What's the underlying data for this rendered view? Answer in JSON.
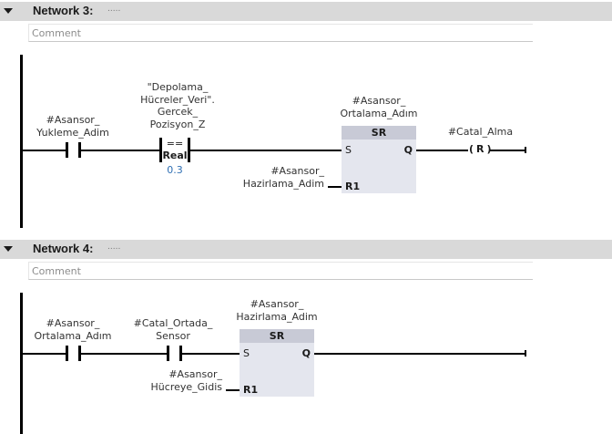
{
  "networks": [
    {
      "title": "Network 3:",
      "dots": ".....",
      "comment_placeholder": "Comment",
      "contact1": {
        "label_line1": "#Asansor_",
        "label_line2": "Yukleme_Adim"
      },
      "compare": {
        "label_line1": "\"Depolama_",
        "label_line2": "Hücreler_Veri\".",
        "label_line3": "Gercek_",
        "label_line4": "Pozisyon_Z",
        "operator": "==",
        "type": "Real",
        "value": "0.3"
      },
      "sr_block": {
        "label_line1": "#Asansor_",
        "label_line2": "Ortalama_Adım",
        "title": "SR",
        "pin_s": "S",
        "pin_q": "Q",
        "pin_r1": "R1",
        "r1_label_line1": "#Asansor_",
        "r1_label_line2": "Hazirlama_Adim"
      },
      "coil": {
        "label": "#Catal_Alma",
        "type": "R"
      }
    },
    {
      "title": "Network 4:",
      "dots": ".....",
      "comment_placeholder": "Comment",
      "contact1": {
        "label_line1": "#Asansor_",
        "label_line2": "Ortalama_Adım"
      },
      "contact2": {
        "label_line1": "#Catal_Ortada_",
        "label_line2": "Sensor"
      },
      "sr_block": {
        "label_line1": "#Asansor_",
        "label_line2": "Hazirlama_Adim",
        "title": "SR",
        "pin_s": "S",
        "pin_q": "Q",
        "pin_r1": "R1",
        "r1_label_line1": "#Asansor_",
        "r1_label_line2": "Hücreye_Gidis"
      }
    }
  ]
}
